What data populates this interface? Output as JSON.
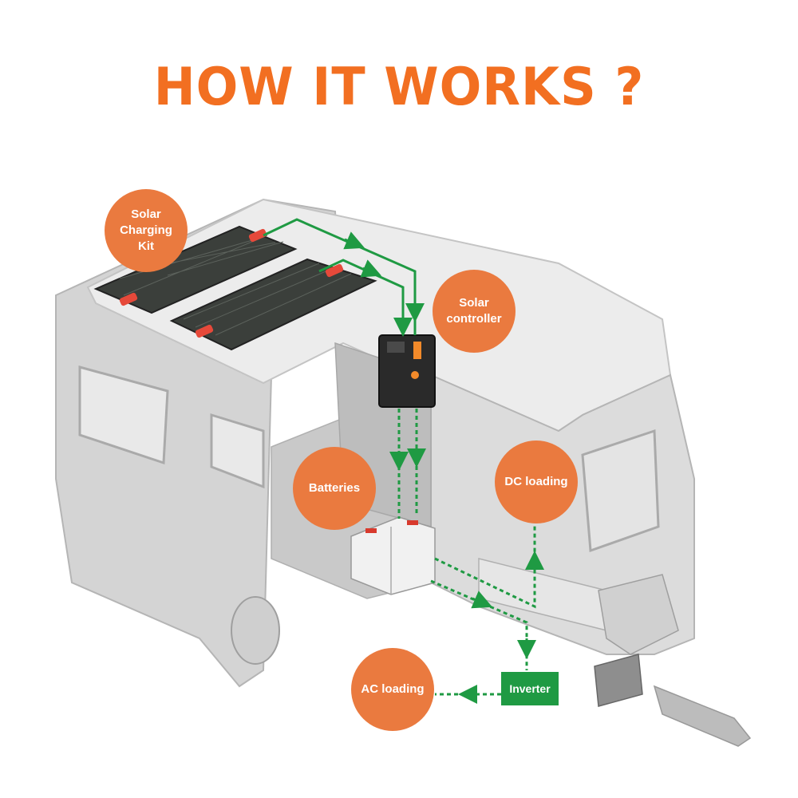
{
  "title": "HOW IT WORKS ?",
  "labels": {
    "solar_kit": "Solar\nCharging\nKit",
    "solar_controller": "Solar\ncontroller",
    "batteries": "Batteries",
    "dc_loading": "DC loading",
    "ac_loading": "AC loading",
    "inverter": "Inverter"
  },
  "colors": {
    "accent_orange": "#f26f21",
    "bubble_orange": "#ea7a3f",
    "flow_green": "#1f9a43",
    "caravan_gray": "#d9d9d9"
  }
}
